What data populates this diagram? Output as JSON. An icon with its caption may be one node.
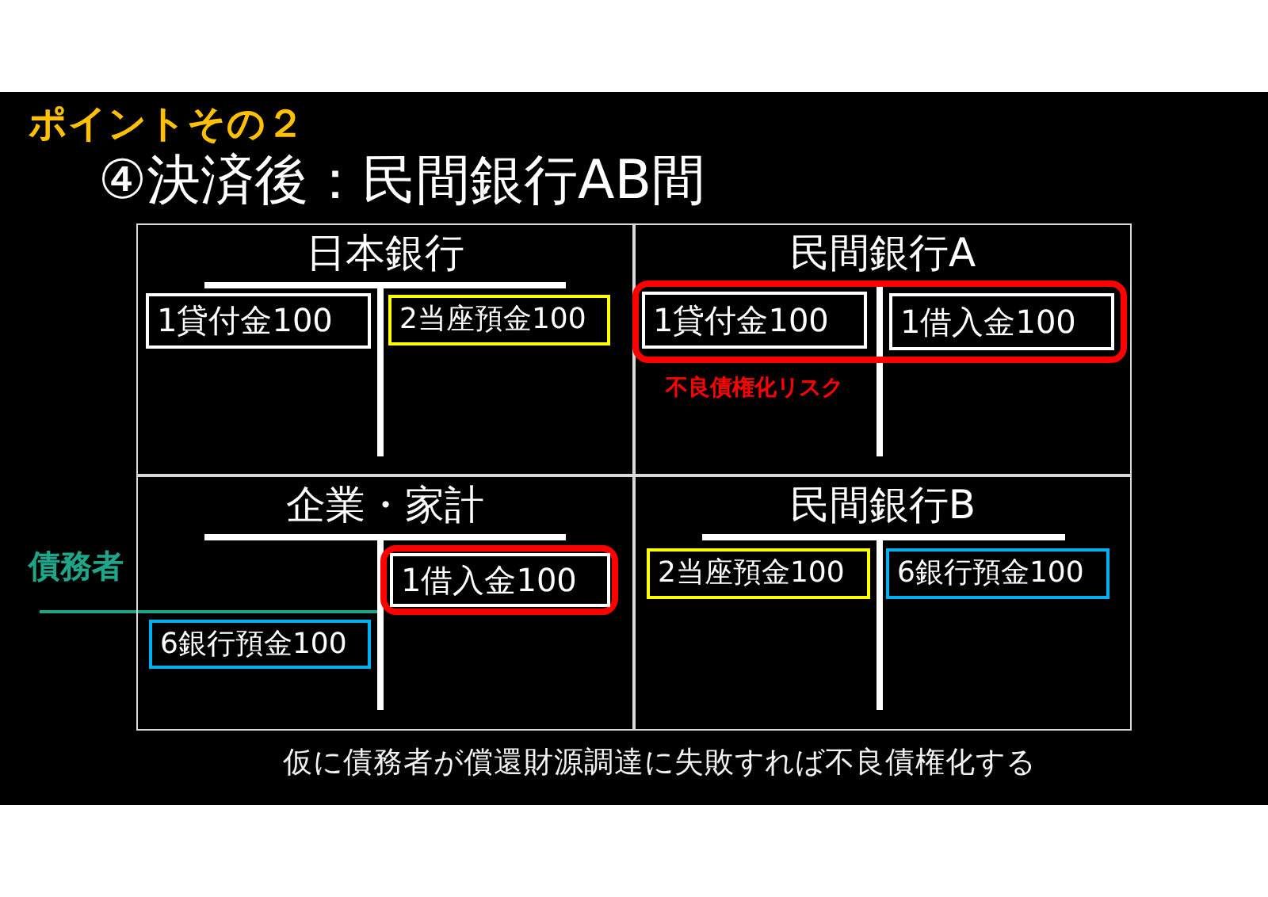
{
  "diagram": {
    "title": "④決済後：民間銀行AB間",
    "caption": "仮に債務者が償還財源調達に失敗すれば不良債権化する",
    "nodes": [
      {
        "text": [
          "日本銀行"
        ]
      },
      {
        "text": [
          "1貸付金100"
        ],
        "in": 0
      },
      {
        "text": [
          "2当座預金100"
        ],
        "in": 0
      },
      {
        "text": [
          "民間銀行A"
        ]
      },
      {
        "text": [],
        "shape": "box",
        "in": 3,
        "beside": [
          "不良債権化リスク"
        ]
      },
      {
        "text": [
          "1貸付金100"
        ],
        "in": 4
      },
      {
        "text": [
          "1借入金100"
        ],
        "in": 4
      },
      {
        "text": [
          "企業・家計"
        ]
      },
      {
        "text": [],
        "shape": "box",
        "in": 7
      },
      {
        "text": [
          "1借入金100"
        ],
        "in": 8
      },
      {
        "text": [
          "6銀行預金100"
        ],
        "in": 7
      },
      {
        "text": [
          "民間銀行B"
        ]
      },
      {
        "text": [
          "2当座預金100"
        ],
        "in": 11
      },
      {
        "text": [
          "6銀行預金100"
        ],
        "in": 11
      }
    ],
    "labels": [
      "ポイントその２",
      "債務者"
    ]
  }
}
